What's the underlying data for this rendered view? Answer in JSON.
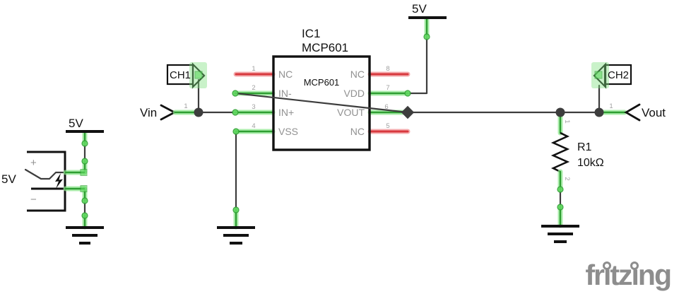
{
  "colors": {
    "wire": "#3d3d3d",
    "pin_connected": "#2e9e32",
    "pin_connected_halo": "#8ce88c",
    "pin_unconnected": "#d8393e",
    "pin_unconnected_halo": "#f29a9c",
    "probe_highlight": "#7fe07f",
    "component_outline": "#111111",
    "label_gray": "#919191",
    "pin_number_gray": "#a0a0a0",
    "text_black": "#111111",
    "logo_gray": "#8d8d8d"
  },
  "ic1": {
    "ref_label": "IC1",
    "part_label": "MCP601",
    "chip_label": "MCP601",
    "pins_left": [
      {
        "num": "1",
        "name": "NC"
      },
      {
        "num": "2",
        "name": "IN-"
      },
      {
        "num": "3",
        "name": "IN+"
      },
      {
        "num": "4",
        "name": "VSS"
      }
    ],
    "pins_right": [
      {
        "num": "8",
        "name": "NC"
      },
      {
        "num": "7",
        "name": "VDD"
      },
      {
        "num": "6",
        "name": "VOUT"
      },
      {
        "num": "5",
        "name": "NC"
      }
    ]
  },
  "battery": {
    "value": "5V",
    "plus_label": "+",
    "minus_label": "−"
  },
  "power_rails": {
    "battery_rail_label": "5V",
    "vdd_rail_label": "5V"
  },
  "probes": {
    "ch1_label": "CH1",
    "ch2_label": "CH2"
  },
  "nets": {
    "vin": {
      "label": "Vin",
      "pin_number": "1"
    },
    "vout": {
      "label": "Vout",
      "pin_number": "1"
    }
  },
  "resistor_r1": {
    "ref_label": "R1",
    "value_label": "10kΩ",
    "pin1_number": "1",
    "pin2_number": "2"
  },
  "watermark": {
    "text": "fritzing",
    "part1": "fr",
    "dotless_i": "ı",
    "part2": "tz",
    "part3": "ng"
  }
}
